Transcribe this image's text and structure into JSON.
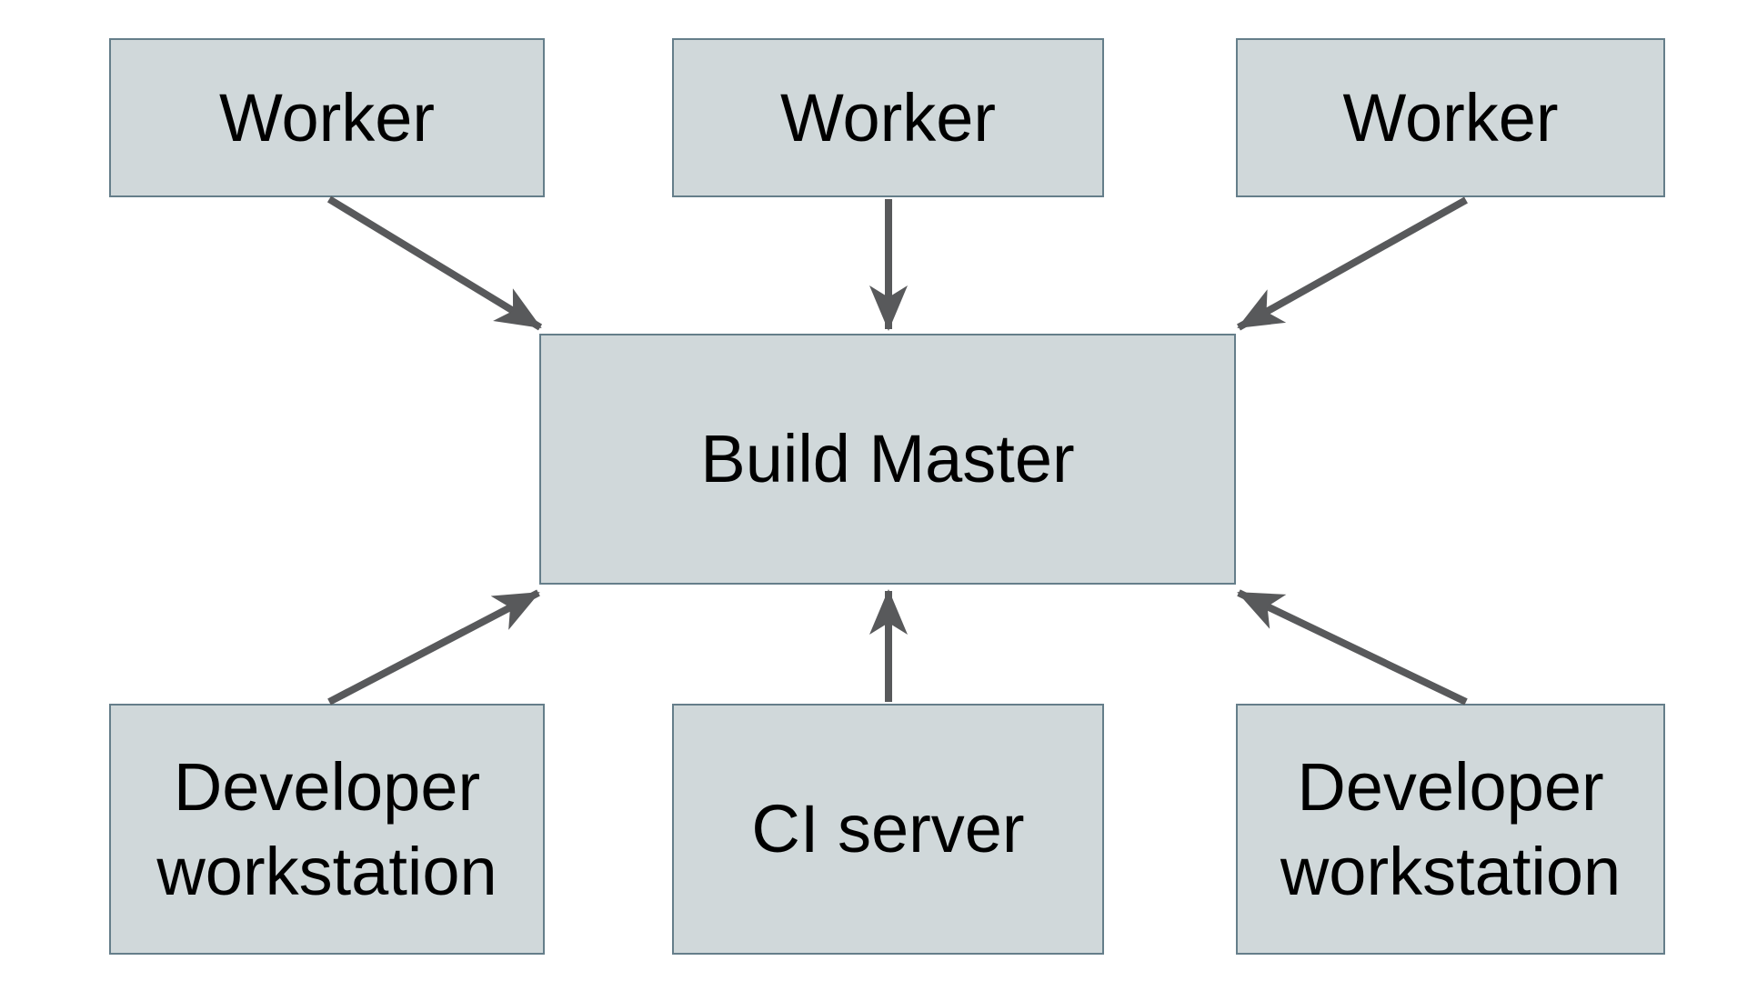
{
  "diagram": {
    "type": "architecture-diagram",
    "colors": {
      "background": "#ffffff",
      "node_fill": "#d0d8da",
      "node_border": "#657e8a",
      "arrow": "#58595b",
      "text": "#000000"
    },
    "nodes": [
      {
        "id": "worker-1",
        "label": "Worker"
      },
      {
        "id": "worker-2",
        "label": "Worker"
      },
      {
        "id": "worker-3",
        "label": "Worker"
      },
      {
        "id": "build-master",
        "label": "Build Master"
      },
      {
        "id": "developer-workstation-left",
        "label": "Developer\nworkstation"
      },
      {
        "id": "ci-server",
        "label": "CI server"
      },
      {
        "id": "developer-workstation-right",
        "label": "Developer\nworkstation"
      }
    ],
    "edges": [
      {
        "from": "worker-1",
        "to": "build-master"
      },
      {
        "from": "worker-2",
        "to": "build-master"
      },
      {
        "from": "worker-3",
        "to": "build-master"
      },
      {
        "from": "developer-workstation-left",
        "to": "build-master"
      },
      {
        "from": "ci-server",
        "to": "build-master"
      },
      {
        "from": "developer-workstation-right",
        "to": "build-master"
      }
    ]
  }
}
